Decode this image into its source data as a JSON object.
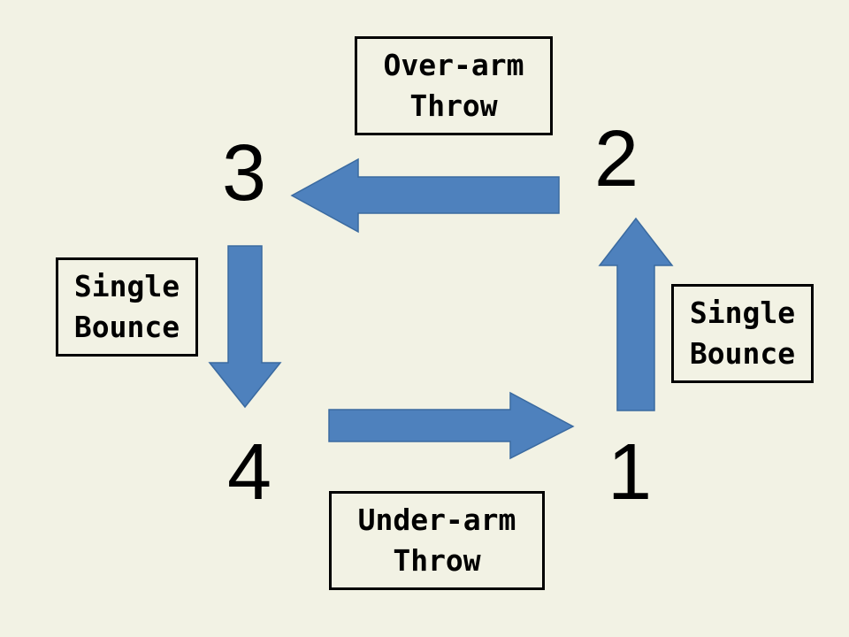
{
  "nodes": {
    "n1": "1",
    "n2": "2",
    "n3": "3",
    "n4": "4"
  },
  "labels": {
    "over_arm": [
      "Over-arm",
      "Throw"
    ],
    "under_arm": [
      "Under-arm",
      "Throw"
    ],
    "bounce_left": [
      "Single",
      "Bounce"
    ],
    "bounce_right": [
      "Single",
      "Bounce"
    ]
  },
  "colors": {
    "background": "#f2f2e4",
    "arrow": "#4e81bd",
    "text": "#000000"
  }
}
